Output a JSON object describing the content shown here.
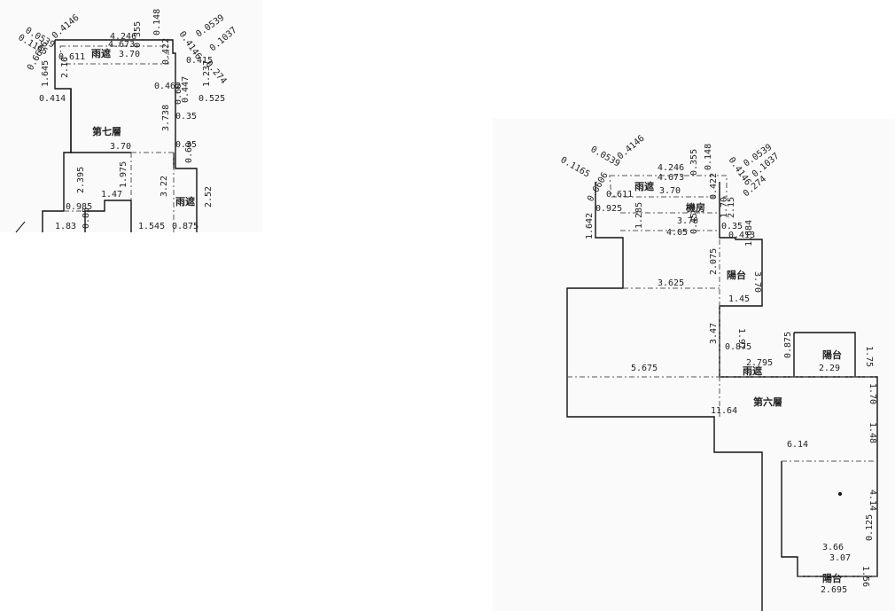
{
  "floor7": {
    "title": "第七層",
    "canopy_top": "雨遮",
    "canopy_right": "雨遮",
    "dims": [
      "0.0539",
      "0.4146",
      "0.1165",
      "4.246",
      "4.673",
      "0.355",
      "0.148",
      "0.4146",
      "0.0539",
      "0.1037",
      "0.274",
      "0.6606",
      "0.611",
      "3.70",
      "0.422",
      "0.415",
      "1.645",
      "2.16",
      "1.237",
      "0.414",
      "0.462",
      "3.738",
      "0.60",
      "0.447",
      "0.525",
      "0.35",
      "3.70",
      "0.35",
      "0.60",
      "2.395",
      "1.975",
      "1.47",
      "3.22",
      "2.52",
      "0.985",
      "0.85",
      "1.83",
      "1.545",
      "0.875"
    ]
  },
  "floor6": {
    "title": "第六層",
    "machine_room": "機房",
    "canopy_top": "雨遮",
    "canopy_mid": "雨遮",
    "balcony_1": "陽台",
    "balcony_2": "陽台",
    "balcony_3": "陽台",
    "dims": [
      "0.0539",
      "0.4146",
      "0.1165",
      "4.246",
      "4.673",
      "0.355",
      "0.148",
      "0.4146",
      "0.0539",
      "0.1037",
      "0.6606",
      "0.611",
      "3.70",
      "0.422",
      "0.274",
      "0.925",
      "1.642",
      "1.285",
      "3.70",
      "4.05",
      "1.70",
      "2.15",
      "0.35",
      "0.413",
      "1.684",
      "0.45",
      "2.075",
      "3.70",
      "3.625",
      "1.45",
      "1.97",
      "3.47",
      "0.875",
      "2.795",
      "0.875",
      "2.29",
      "1.75",
      "5.675",
      "1.70",
      "11.64",
      "1.48",
      "6.14",
      "4.14",
      "3.66",
      "3.07",
      "0.125",
      "1.56",
      "2.695"
    ]
  }
}
